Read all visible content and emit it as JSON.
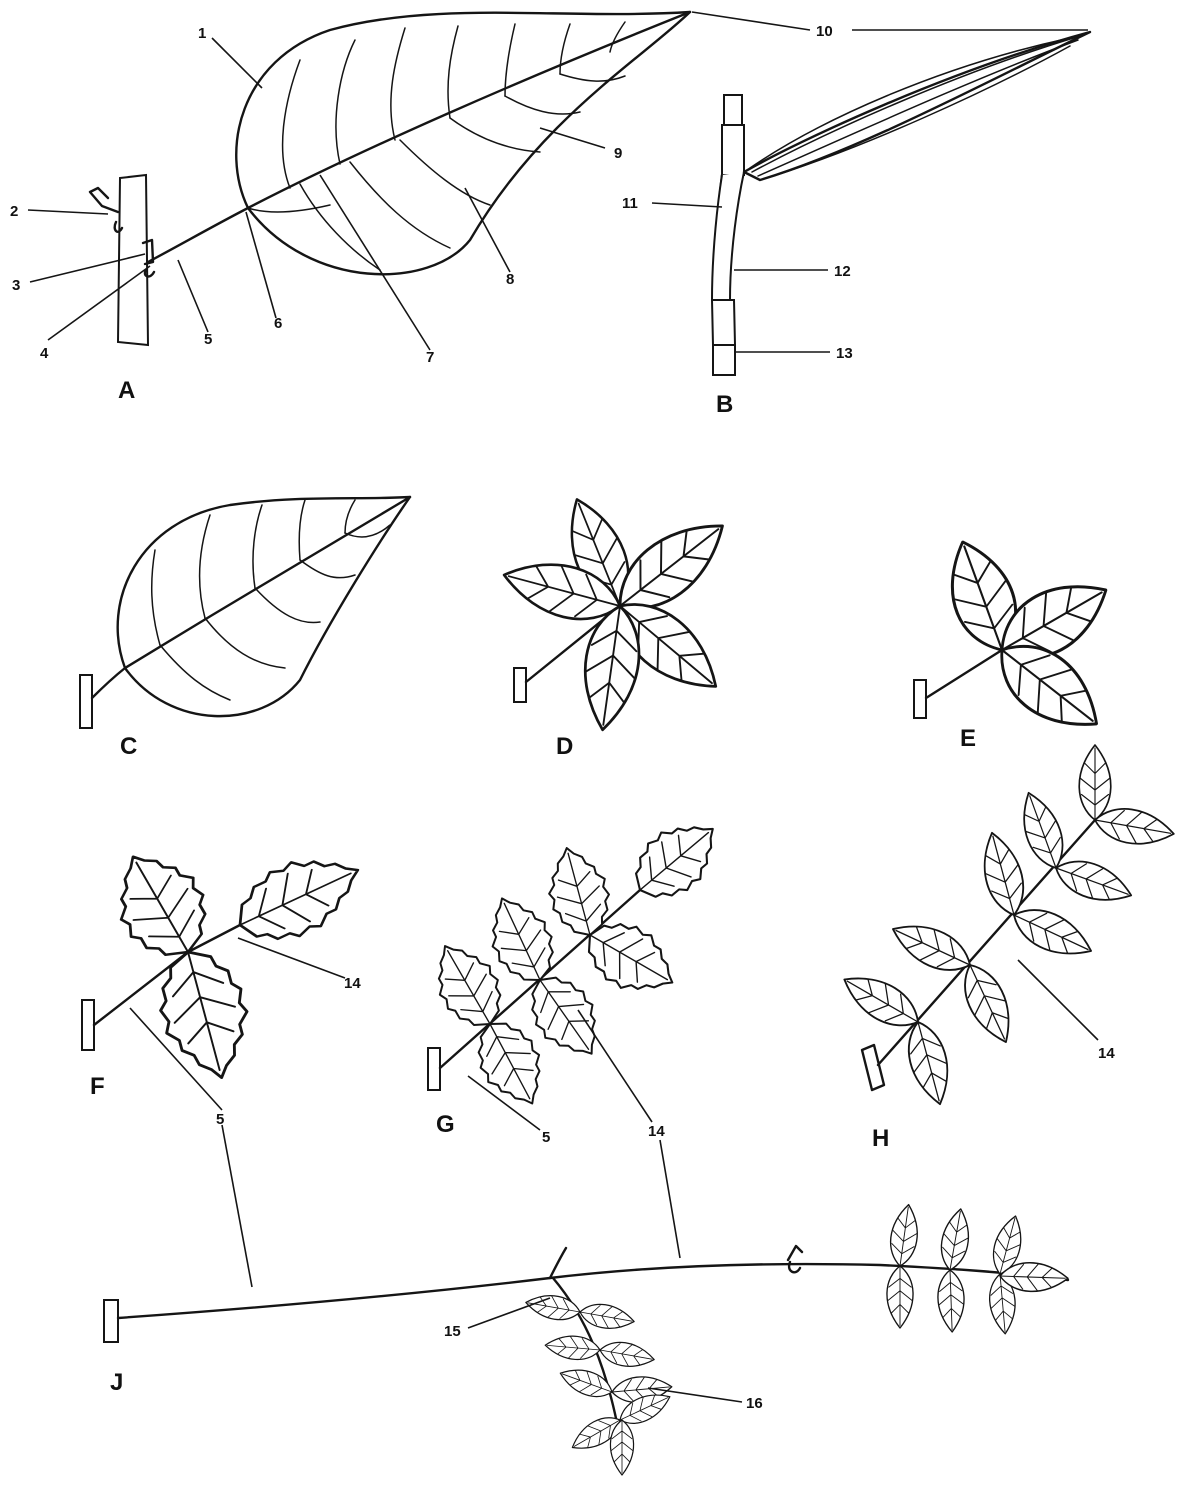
{
  "panels": {
    "A": "A",
    "B": "B",
    "C": "C",
    "D": "D",
    "E": "E",
    "F": "F",
    "G": "G",
    "H": "H",
    "J": "J"
  },
  "labels": {
    "l1": "1",
    "l2": "2",
    "l3": "3",
    "l4": "4",
    "l5": "5",
    "l6": "6",
    "l7": "7",
    "l8": "8",
    "l9": "9",
    "l10": "10",
    "l11": "11",
    "l12": "12",
    "l13": "13",
    "l14": "14",
    "l15": "15",
    "l16": "16"
  },
  "labels_extra": {
    "F5": "5",
    "F14": "14",
    "G5": "5",
    "G14": "14",
    "H14": "14"
  }
}
